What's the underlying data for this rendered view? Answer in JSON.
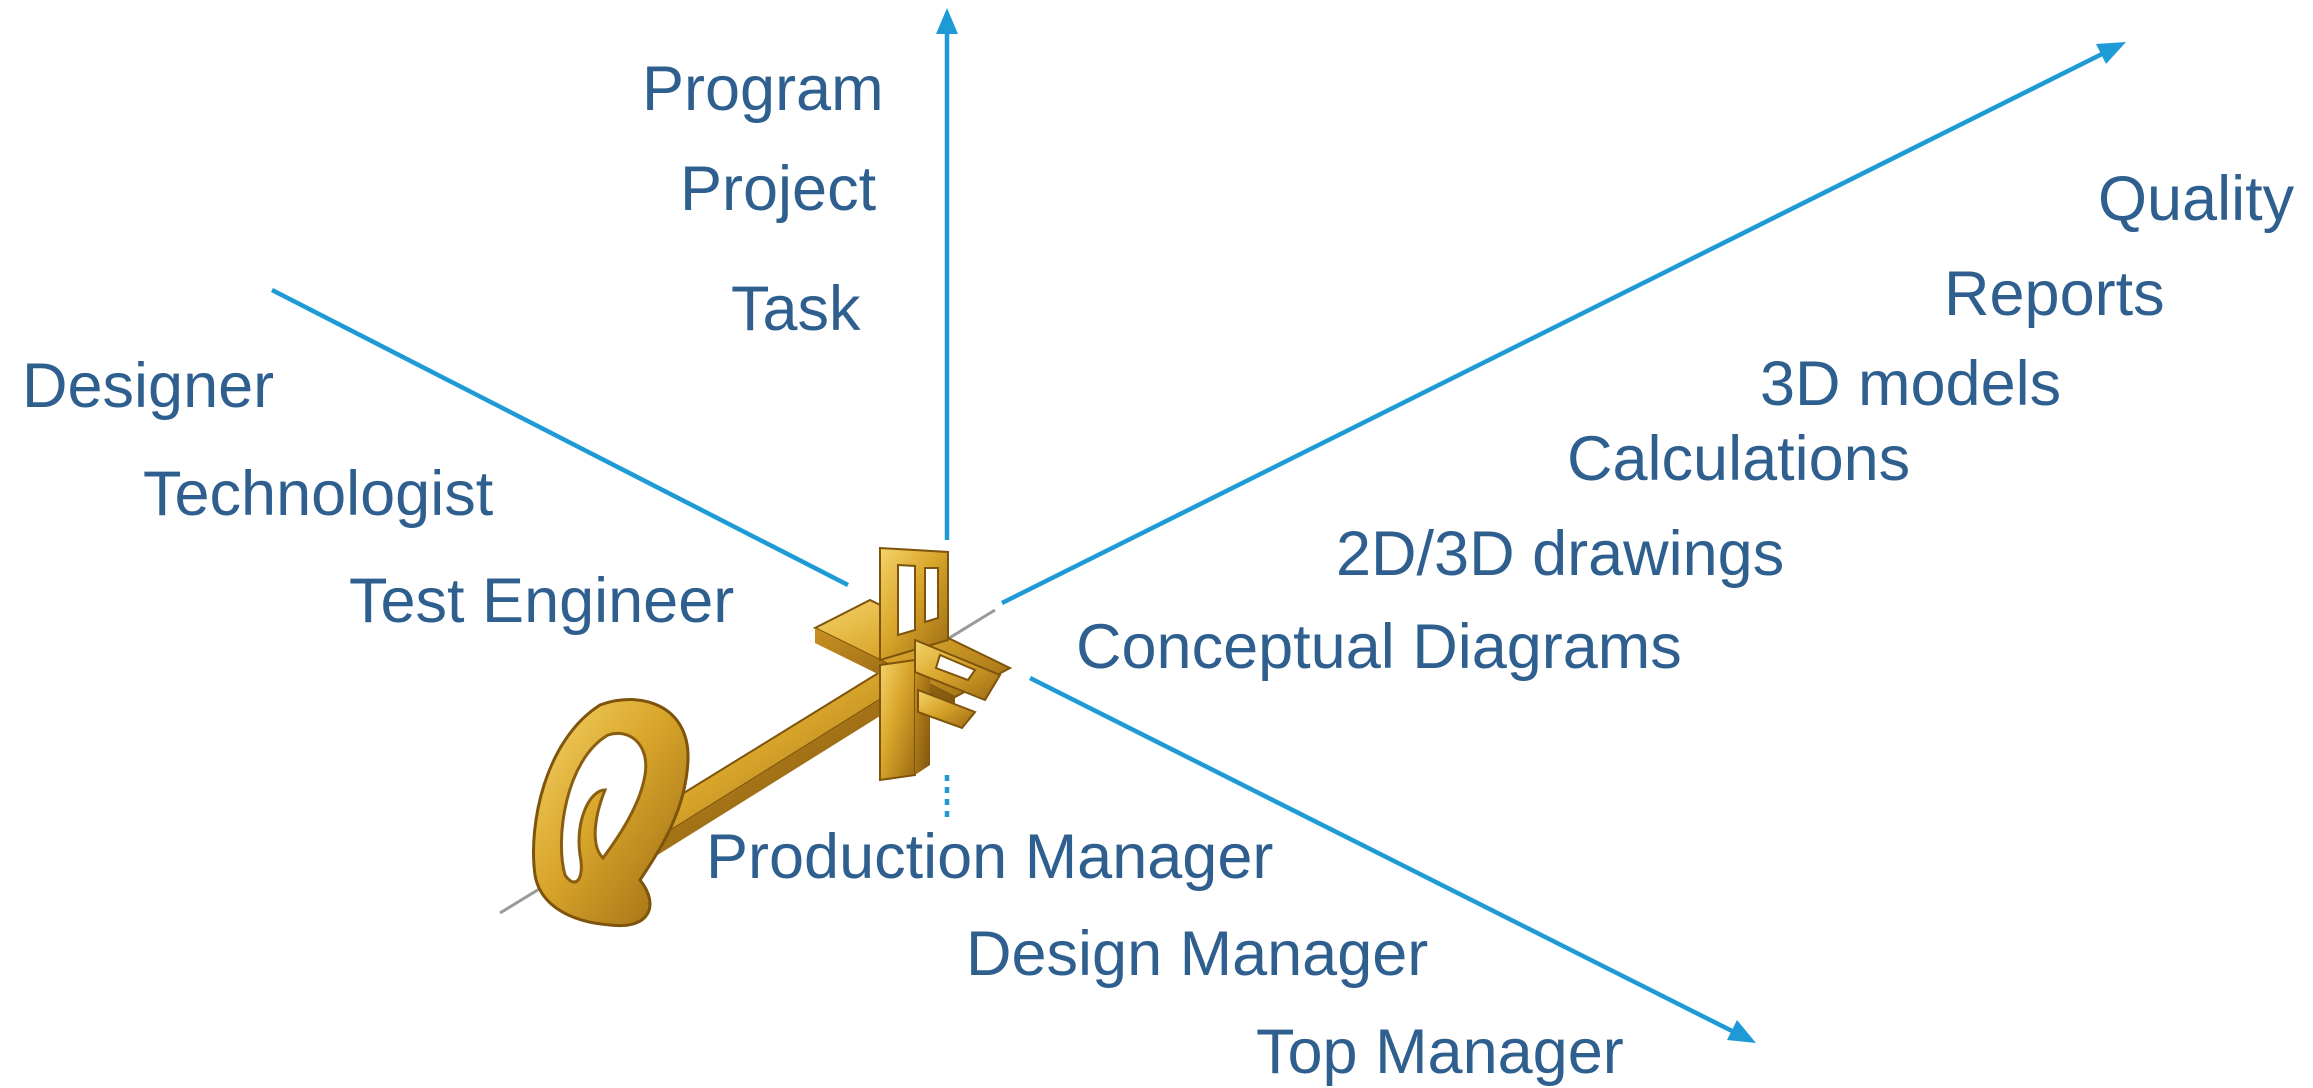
{
  "colors": {
    "axis": "#1E9BD7",
    "label": "#2E5F8E",
    "key_gold": "#D8A62E",
    "key_shadow": "#8A5E10",
    "key_highlight": "#F2CB5A"
  },
  "icons": {
    "key": "golden-key-icon"
  },
  "axes": {
    "vertical": {
      "labels": [
        "Program",
        "Project",
        "Task"
      ]
    },
    "roles_left": {
      "labels": [
        "Designer",
        "Technologist",
        "Test Engineer"
      ]
    },
    "deliverables": {
      "labels": [
        "Quality",
        "Reports",
        "3D models",
        "Calculations",
        "2D/3D drawings",
        "Conceptual Diagrams"
      ]
    },
    "managers": {
      "labels": [
        "Production Manager",
        "Design Manager",
        "Top Manager"
      ]
    }
  }
}
